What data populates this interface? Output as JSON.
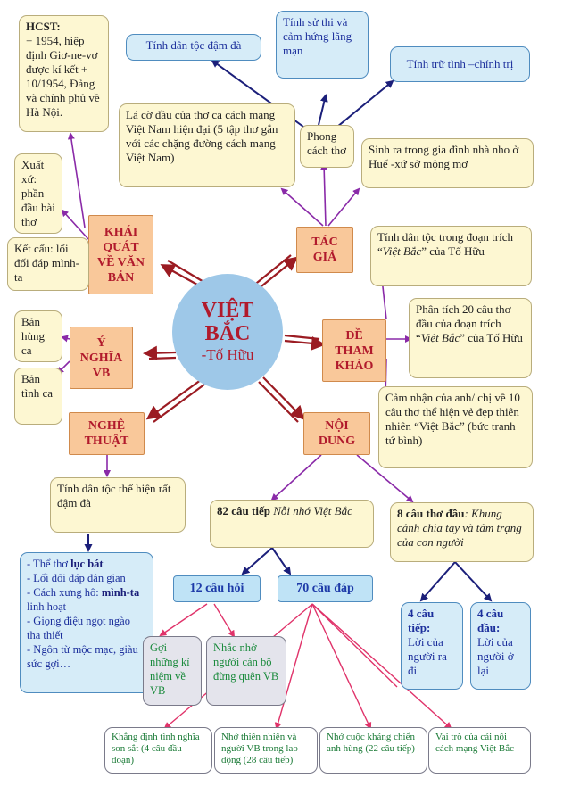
{
  "center": {
    "title_line1": "VIỆT",
    "title_line2": "BẮC",
    "author": "-Tố Hữu"
  },
  "branches": {
    "khai_quat": "KHÁI QUÁT VỀ VĂN BẢN",
    "tac_gia": "TÁC GIẢ",
    "de_tham_khao": "ĐỀ THAM KHẢO",
    "y_nghia": "Ý NGHĨA VB",
    "nghe_thuat": "NGHỆ THUẬT",
    "noi_dung": "NỘI DUNG"
  },
  "khai_quat": {
    "hcst_title": "HCST:",
    "hcst_body": "+ 1954, hiệp định Giơ-ne-vơ được kí kết + 10/1954, Đảng và chính phủ về Hà Nội.",
    "xuat_xu": "Xuất xứ: phần đầu bài thơ",
    "ket_cau_a": "Kết cấu: lối đối đáp",
    "ket_cau_b": "mình-ta"
  },
  "tac_gia": {
    "la_co_dau": "Lá cờ đầu của thơ ca cách mạng Việt Nam hiện đại (5 tập thơ gắn với các chặng đường cách mạng Việt Nam)",
    "phong_cach": "Phong cách thơ",
    "sinh_ra": "Sinh ra trong gia đình nhà nho ở Huế -xứ sở mộng mơ",
    "dan_toc": "Tính dân tộc đậm đà",
    "su_thi": "Tính sử thi và cảm hứng lãng mạn",
    "tru_tinh": "Tính trữ tình –chính trị"
  },
  "de_tham_khao": {
    "de1_pre": "Tính dân tộc trong đoạn trích “",
    "de1_ital": "Việt Bắc",
    "de1_post": "” của Tố Hữu",
    "de2_pre": "Phân tích 20 câu thơ đầu của đoạn trích “",
    "de2_ital": "Việt Bắc",
    "de2_post": "” của Tố Hữu",
    "de3": "Cảm nhận của anh/ chị về 10 câu thơ thể hiện vẻ đẹp thiên nhiên “Việt Bắc” (bức tranh tứ bình)"
  },
  "y_nghia": {
    "hung_ca": "Bản hùng ca",
    "tinh_ca": "Bản tình ca"
  },
  "nghe_thuat": {
    "dan_toc": "Tính dân tộc thể hiện rất đậm đà",
    "list": [
      {
        "pre": "- Thể thơ ",
        "bold": "lục bát",
        "post": ""
      },
      {
        "pre": "- Lối đối đáp dân gian",
        "bold": "",
        "post": ""
      },
      {
        "pre": "- Cách xưng hô: ",
        "bold": "mình-ta",
        "post": " linh hoạt"
      },
      {
        "pre": "- Giọng điệu ngọt ngào tha thiết",
        "bold": "",
        "post": ""
      },
      {
        "pre": "- Ngôn từ mộc mạc, giàu sức gợi…",
        "bold": "",
        "post": ""
      }
    ]
  },
  "noi_dung": {
    "cau82_bold": "82 câu tiếp ",
    "cau82_ital": "Nỗi nhớ Việt Bắc",
    "cau8_bold": "8 câu thơ đầu",
    "cau8_ital": ": Khung cảnh chia tay và tâm trạng của con người",
    "hoi12": "12 câu hỏi",
    "dap70": "70 câu đáp",
    "goi_nhung": "Gợi những kỉ niệm về VB",
    "nhac_nho": "Nhắc nhở người cán bộ đừng quên VB",
    "tiep4_title": "4 câu tiếp:",
    "tiep4_body": "Lời của người ra đi",
    "dau4_title": "4 câu đầu:",
    "dau4_body": "Lời của người ở lại",
    "khang_dinh": "Khẳng định tình nghĩa son sắt (4 câu đầu đoạn)",
    "nho_thien_nhien": "Nhớ thiên nhiên và người VB trong lao động (28 câu tiếp)",
    "nho_khang_chien": "Nhớ cuộc kháng chiến anh hùng (22 câu tiếp)",
    "vai_tro": "Vai trò của cái nôi cách mạng Việt Bắc"
  },
  "colors": {
    "purple": "#8a2aa8",
    "navy": "#1b1f7a",
    "red_arrow": "#9b1b22",
    "pink": "#e0336a"
  }
}
